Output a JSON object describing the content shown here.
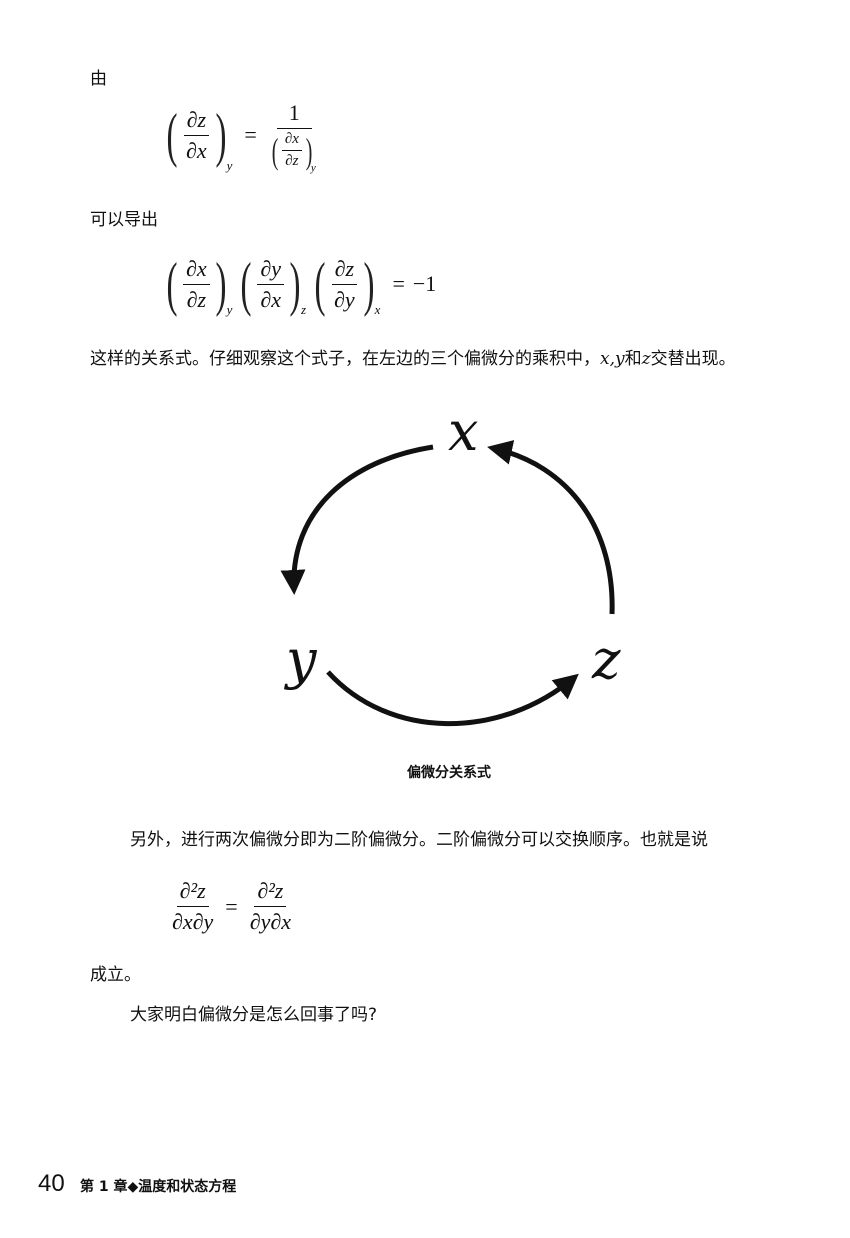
{
  "text": {
    "you": "由",
    "derive": "可以导出",
    "sentence_pre": "这样的关系式。仔细观察这个式子，在左边的三个偏微分的乘积中，",
    "sentence_vars": "x,y",
    "sentence_and": "和",
    "sentence_z": "z",
    "sentence_post": "交替出现。",
    "para2": "另外，进行两次偏微分即为二阶偏微分。二阶偏微分可以交换顺序。也就是说",
    "holds": "成立。",
    "question": "大家明白偏微分是怎么回事了吗?"
  },
  "eq1": {
    "lhs_num": "∂z",
    "lhs_den": "∂x",
    "lhs_sub": "y",
    "eq": "=",
    "rhs_num": "1",
    "inner_num": "∂x",
    "inner_den": "∂z",
    "inner_sub": "y"
  },
  "eq2": {
    "f1_num": "∂x",
    "f1_den": "∂z",
    "f1_sub": "y",
    "f2_num": "∂y",
    "f2_den": "∂x",
    "f2_sub": "z",
    "f3_num": "∂z",
    "f3_den": "∂y",
    "f3_sub": "x",
    "eq": "=",
    "rhs": "−1"
  },
  "eq3": {
    "lhs_num": "∂²z",
    "lhs_den": "∂x∂y",
    "eq": "=",
    "rhs_num": "∂²z",
    "rhs_den": "∂y∂x"
  },
  "diagram": {
    "x_label": "x",
    "y_label": "y",
    "z_label": "z",
    "caption": "偏微分关系式"
  },
  "footer": {
    "page_number": "40",
    "chapter": "第 1 章◆温度和状态方程"
  }
}
